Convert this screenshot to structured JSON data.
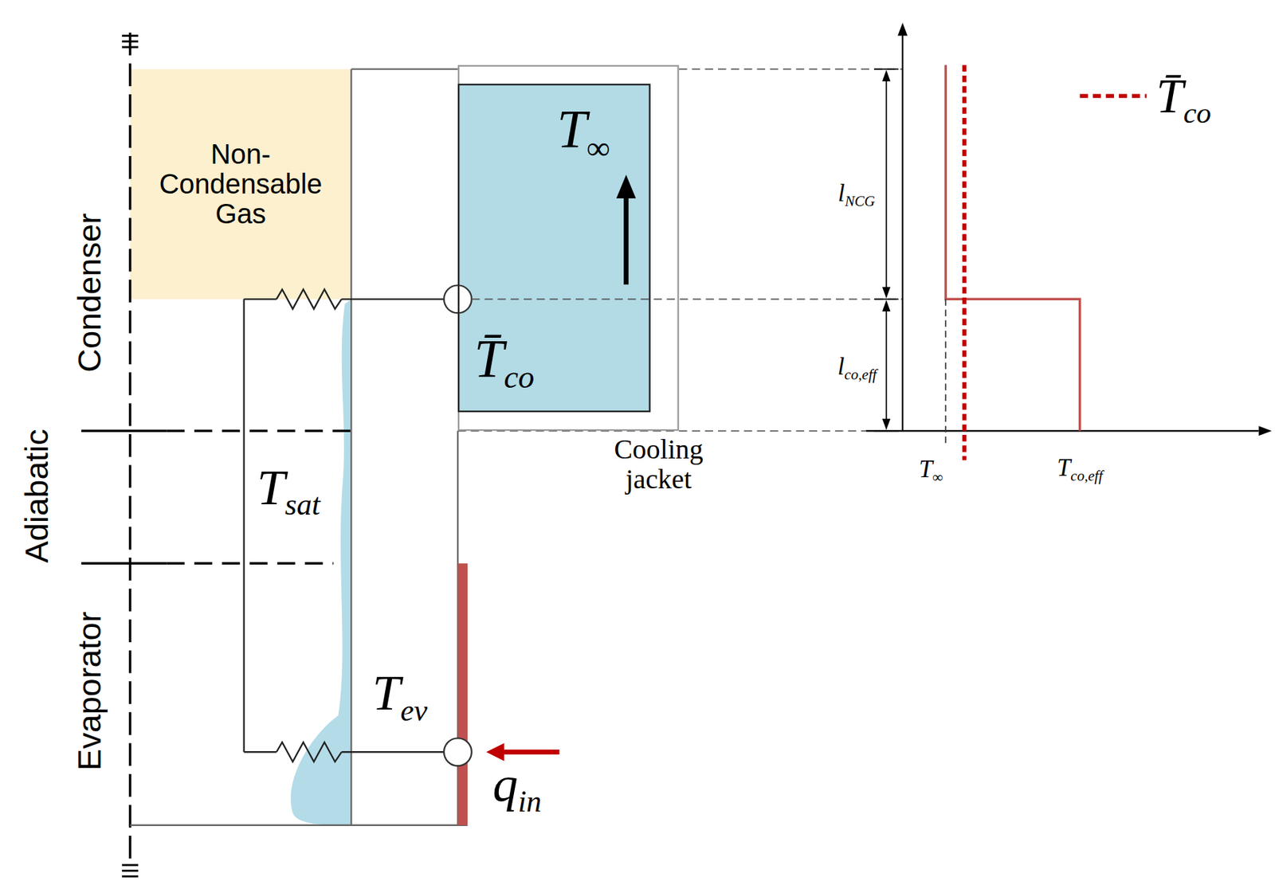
{
  "diagram": {
    "nodes": [
      {
        "text": [
          "Non-Condensable Gas"
        ]
      },
      {
        "text": [
          "Cooling jacket"
        ]
      },
      {
        "text": [
          "T∞",
          "T̄co"
        ],
        "in": 1
      }
    ],
    "labels": [
      "Condenser",
      "Adiabatic",
      "Evaporator",
      "Tsat",
      "Tev",
      "qin",
      "lNCG",
      "lco,eff",
      "T∞",
      "Tco,eff"
    ],
    "legend": [
      {
        "text": "T̄co"
      }
    ]
  }
}
